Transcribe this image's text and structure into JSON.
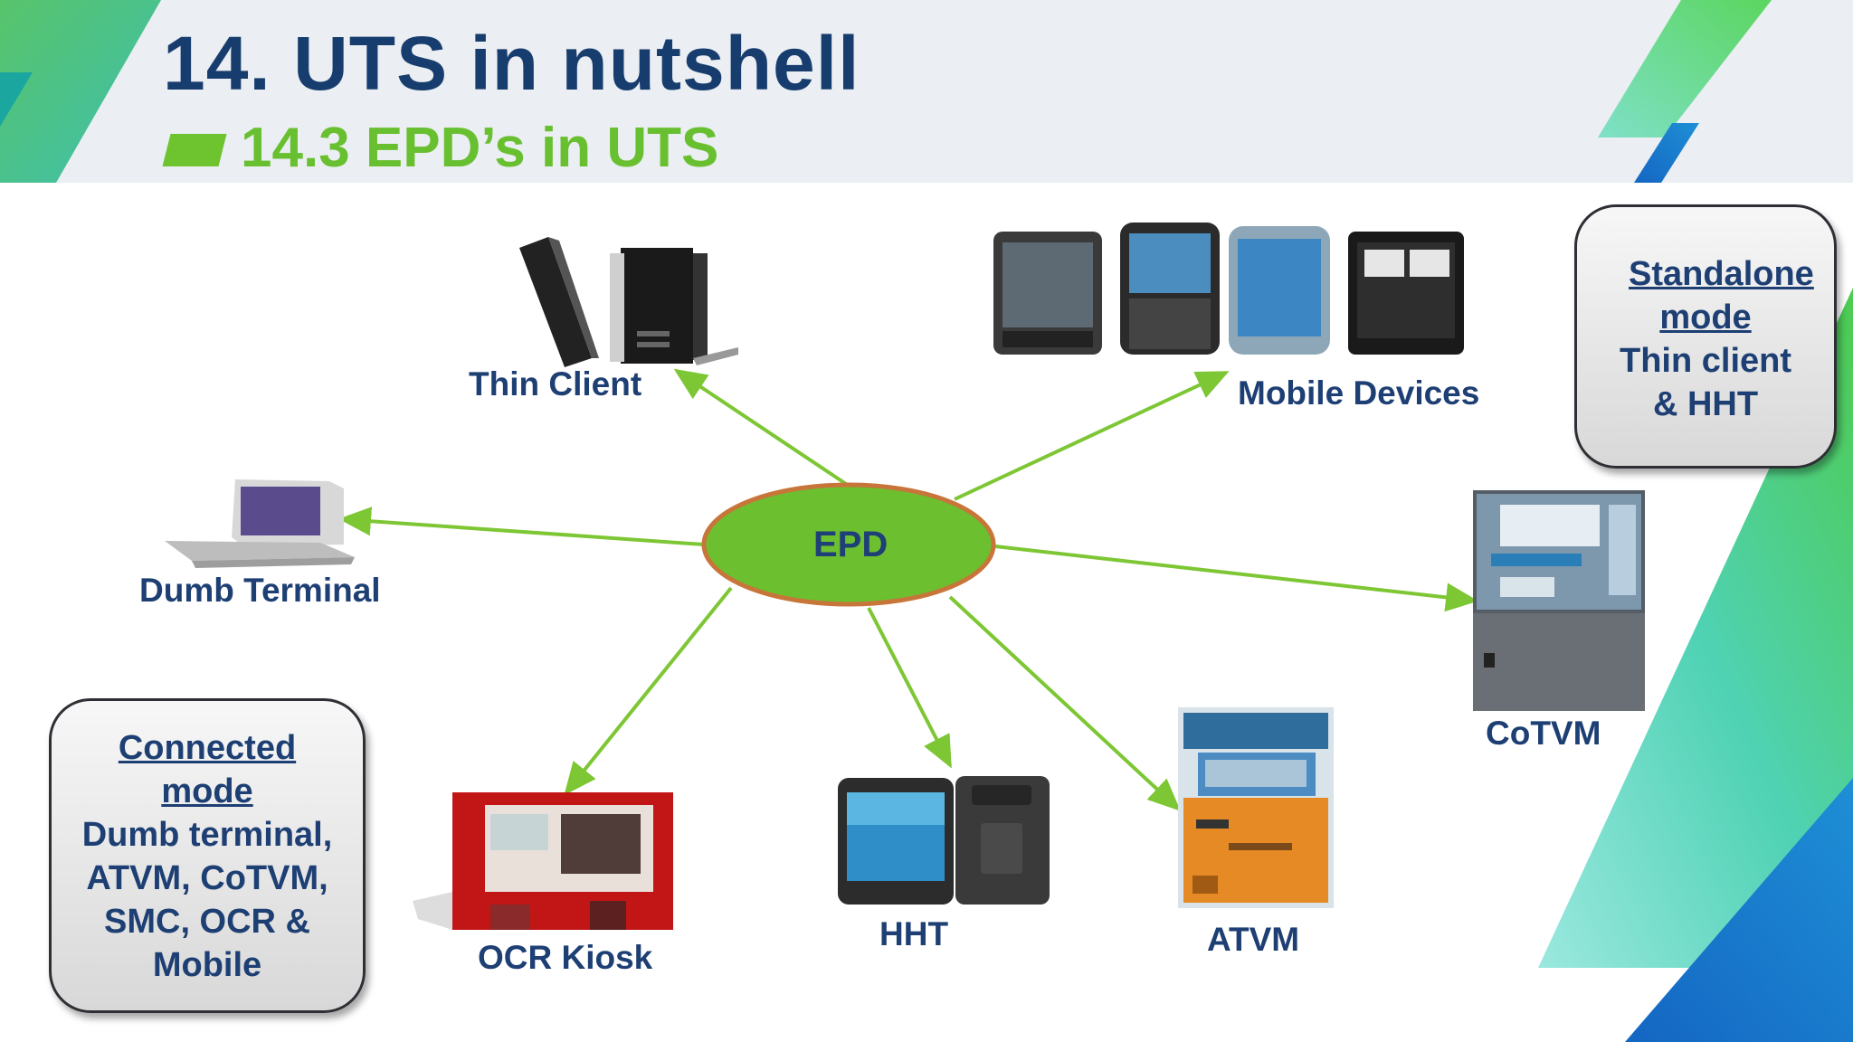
{
  "header": {
    "title": "14. UTS in nutshell",
    "subtitle": "14.3 EPD’s in UTS"
  },
  "diagram": {
    "center": {
      "label": "EPD",
      "fill": "#6cbf2f",
      "stroke": "#c8753a"
    },
    "arrow_color": "#7dc634",
    "nodes": {
      "thin_client": {
        "label": "Thin Client",
        "icon": "thin-client-computer-icon"
      },
      "mobile_devices": {
        "label": "Mobile Devices",
        "icon": "mobile-phones-icon"
      },
      "dumb_terminal": {
        "label": "Dumb Terminal",
        "icon": "dumb-terminal-icon"
      },
      "cotvm": {
        "label": "CoTVM",
        "icon": "cotvm-machine-icon"
      },
      "ocr_kiosk": {
        "label": "OCR Kiosk",
        "icon": "ocr-kiosk-icon"
      },
      "hht": {
        "label": "HHT",
        "icon": "handheld-terminal-icon"
      },
      "atvm": {
        "label": "ATVM",
        "icon": "atvm-machine-icon"
      }
    }
  },
  "notes": {
    "standalone": {
      "mode": "Standalone mode",
      "desc": "Thin client & HHT"
    },
    "connected": {
      "mode": "Connected mode",
      "desc": "Dumb terminal, ATVM, CoTVM, SMC, OCR & Mobile"
    }
  },
  "colors": {
    "title": "#173d6e",
    "subtitle": "#68c030",
    "label": "#1d3f73",
    "accent_green": "#6ec42f",
    "accent_teal": "#2ec4b6",
    "accent_blue": "#1a73c8"
  }
}
